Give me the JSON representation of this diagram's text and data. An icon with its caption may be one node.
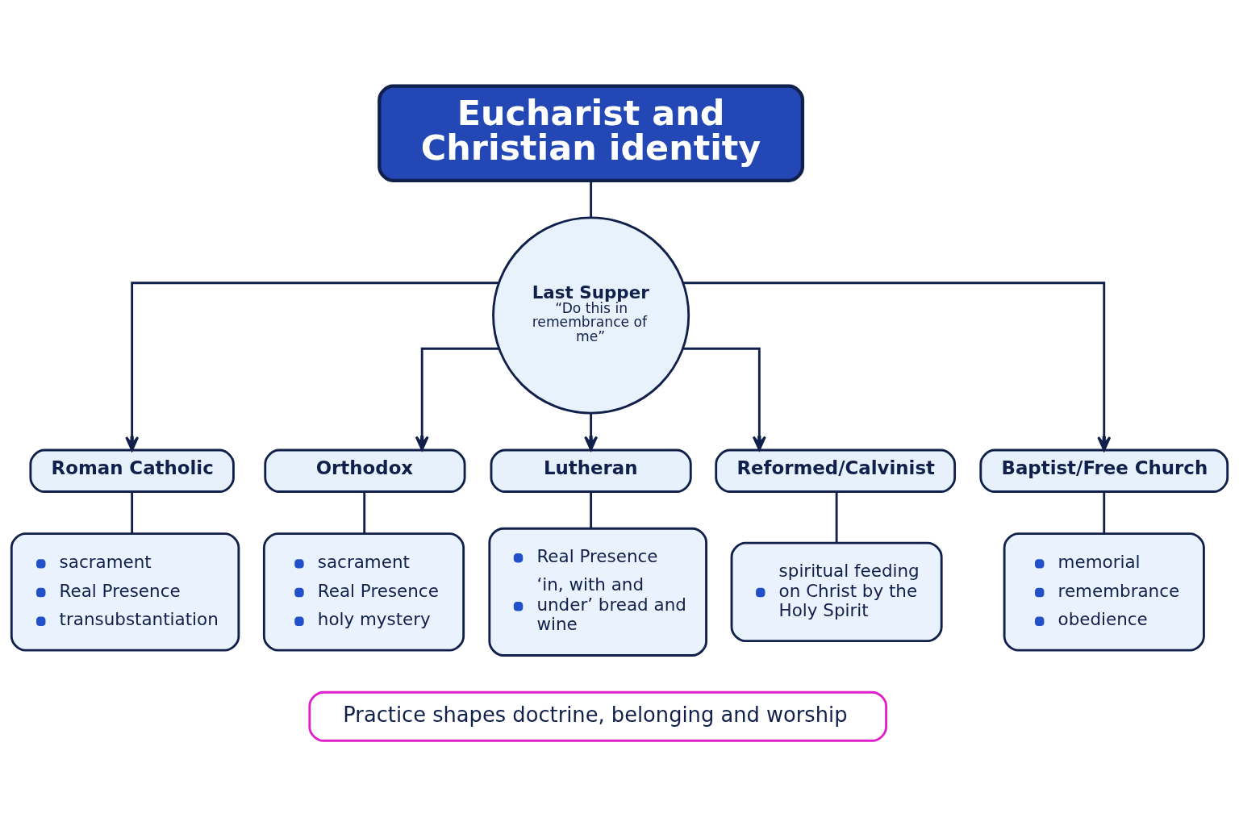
{
  "diagram": {
    "nodes": [
      {
        "text": [
          "Eucharist and Christian identity"
        ]
      },
      {
        "text": [
          "Last Supper",
          "“Do this in remembrance of me”"
        ]
      },
      {
        "text": [
          "Roman Catholic"
        ]
      },
      {
        "text": [
          "Orthodox"
        ]
      },
      {
        "text": [
          "Lutheran"
        ]
      },
      {
        "text": [
          "Reformed/Calvinist"
        ]
      },
      {
        "text": [
          "Baptist/Free Church"
        ]
      },
      {
        "text": [
          "sacrament",
          "Real Presence",
          "transubstantiation"
        ]
      },
      {
        "text": [
          "sacrament",
          "Real Presence",
          "holy mystery"
        ]
      },
      {
        "text": [
          "Real Presence",
          "‘in, with and under’ bread and wine"
        ]
      },
      {
        "text": [
          "spiritual feeding on Christ by the Holy Spirit"
        ]
      },
      {
        "text": [
          "memorial",
          "remembrance",
          "obedience"
        ]
      },
      {
        "text": [
          "Practice shapes doctrine, belonging and worship"
        ]
      }
    ],
    "edges": [
      {
        "from": 0,
        "to": 1,
        "arrow": "none"
      },
      {
        "from": 1,
        "to": 2,
        "arrow": "to"
      },
      {
        "from": 1,
        "to": 3,
        "arrow": "to"
      },
      {
        "from": 1,
        "to": 4,
        "arrow": "to"
      },
      {
        "from": 1,
        "to": 5,
        "arrow": "to"
      },
      {
        "from": 1,
        "to": 6,
        "arrow": "to"
      },
      {
        "from": 2,
        "to": 7,
        "arrow": "none"
      },
      {
        "from": 3,
        "to": 8,
        "arrow": "none"
      },
      {
        "from": 4,
        "to": 9,
        "arrow": "none"
      },
      {
        "from": 5,
        "to": 10,
        "arrow": "none"
      },
      {
        "from": 6,
        "to": 11,
        "arrow": "none"
      }
    ]
  }
}
